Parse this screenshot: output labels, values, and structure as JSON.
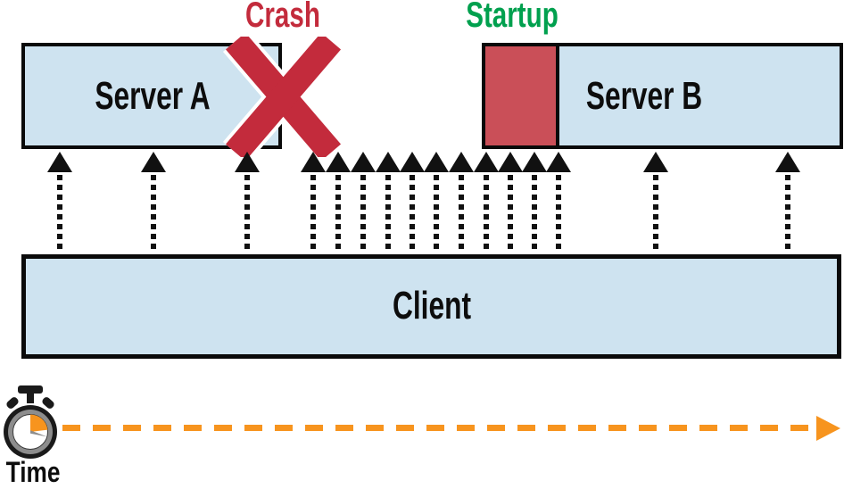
{
  "labels": {
    "crash": "Crash",
    "startup": "Startup",
    "server_a": "Server A",
    "server_b": "Server B",
    "client": "Client",
    "time": "Time"
  },
  "colors": {
    "box_fill": "#CEE3F0",
    "box_border": "#0A0A0A",
    "startup_fill": "#CA4F58",
    "crash_red": "#C32B3C",
    "startup_green": "#00A04E",
    "time_orange": "#F7941E",
    "arrow_black": "#111111"
  },
  "icons": {
    "crash_marker": "x-mark-icon",
    "time_axis_start": "stopwatch-icon",
    "time_axis": "dashed-arrow-right-icon",
    "request": "dotted-up-arrow-icon"
  },
  "client_requests": {
    "arrow_x_positions": [
      67,
      172,
      277,
      351,
      379,
      407,
      435,
      462,
      489,
      517,
      545,
      572,
      599,
      626,
      735,
      883
    ]
  }
}
